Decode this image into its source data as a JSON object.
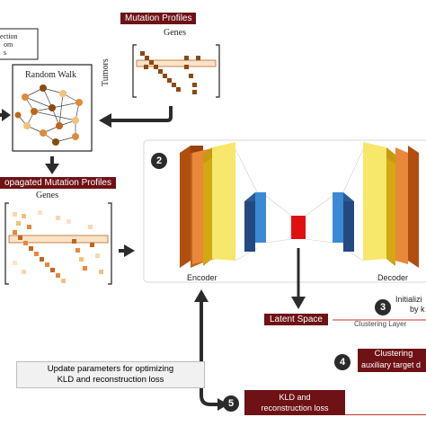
{
  "top_left_box": {
    "line1": "ection",
    "line2": "om",
    "line3": "s"
  },
  "mutation_profiles": {
    "header": "Mutation Profiles",
    "genes_label": "Genes",
    "tumors_label": "Tumors"
  },
  "random_walk": {
    "title": "Random Walk"
  },
  "propagated": {
    "header": "opagated Mutation Profiles",
    "genes_label": "Genes"
  },
  "autoencoder": {
    "step": "2",
    "encoder_label": "Encoder",
    "decoder_label": "Decoder"
  },
  "latent": {
    "label": "Latent Space",
    "clustering_layer": "Clustering Layer"
  },
  "step3": {
    "number": "3",
    "line1": "Initializi",
    "line2": "by k"
  },
  "step4": {
    "number": "4",
    "line1": "Clustering",
    "line2": "auxiliary target d"
  },
  "step5": {
    "number": "5",
    "line1": "KLD and",
    "line2": "reconstruction loss"
  },
  "update_box": {
    "line1": "Update parameters for optimizing",
    "line2": "KLD and reconstruction loss"
  },
  "colors": {
    "accent": "#6e1215",
    "orange_dark": "#c0661a",
    "orange": "#e8883a",
    "yellow": "#f7e76a",
    "blue": "#3a73b5",
    "red": "#e01010"
  }
}
